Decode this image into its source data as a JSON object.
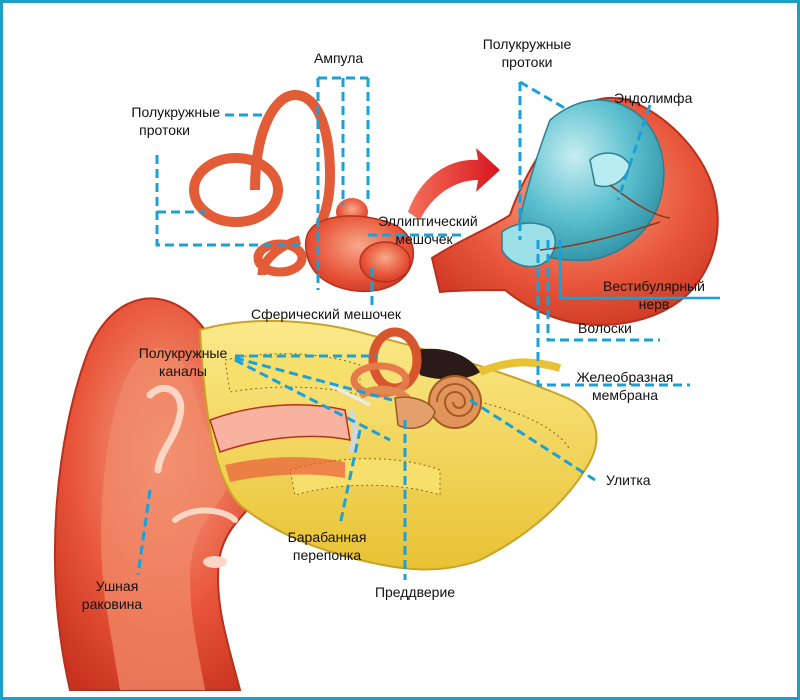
{
  "colors": {
    "frame": "#1ba0c8",
    "leader": "#1ba0d8",
    "flesh": "#e8553a",
    "flesh_light": "#f39a78",
    "bone": "#f2d64a",
    "endolymph": "#4fb8c9",
    "arrow": "#e0242c"
  },
  "labels": {
    "ampulla": "Ампула",
    "semicircular_ducts_left_1": "Полукружные",
    "semicircular_ducts_left_2": "протоки",
    "semicircular_ducts_right_1": "Полукружные",
    "semicircular_ducts_right_2": "протоки",
    "endolymph": "Эндолимфа",
    "utricle_1": "Эллиптический",
    "utricle_2": "мешочек",
    "vestibular_nerve_1": "Вестибулярный",
    "vestibular_nerve_2": "нерв",
    "hairs": "Волоски",
    "gelatinous_membrane_1": "Желеобразная",
    "gelatinous_membrane_2": "мембрана",
    "saccule": "Сферический мешочек",
    "semicircular_canals_1": "Полукружные",
    "semicircular_canals_2": "каналы",
    "cochlea": "Улитка",
    "eardrum_1": "Барабанная",
    "eardrum_2": "перепонка",
    "vestibule": "Преддверие",
    "auricle_1": "Ушная",
    "auricle_2": "раковина"
  }
}
